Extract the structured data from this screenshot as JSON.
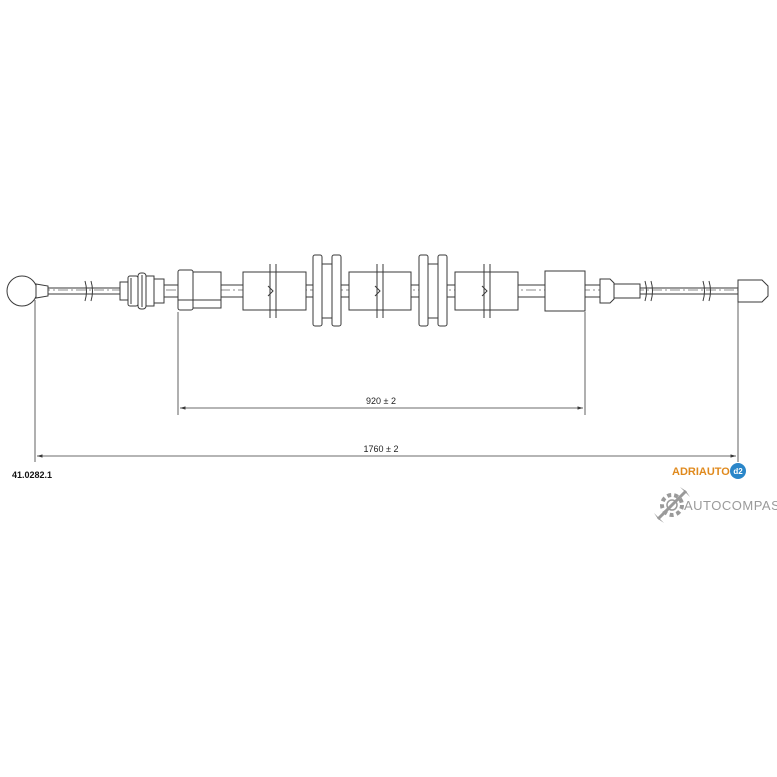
{
  "part_number": "41.0282.1",
  "dimensions": {
    "inner": "920 ± 2",
    "overall": "1760 ± 2"
  },
  "brands": {
    "adriauto": {
      "text": "ADRIAUTO",
      "badge": "d2",
      "color": "#e08a1e",
      "badge_color": "#2a86c9"
    },
    "autocompas": {
      "text": "AUTOCOMPAS",
      "color": "#9a9a9a",
      "icon": "gear-wrench-icon"
    }
  }
}
